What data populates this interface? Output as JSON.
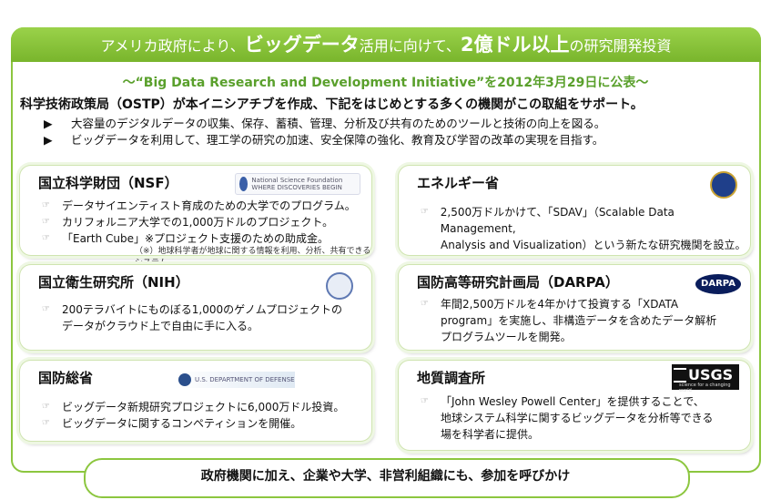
{
  "banner": {
    "prefix": "アメリカ政府により、",
    "highlight1": "ビッグデータ",
    "middle": "活用に向けて、",
    "highlight2": "2億ドル以上",
    "suffix": "の研究開発投資"
  },
  "subtitle": "〜“Big Data Research and Development Initiative”を2012年3月29日に公表〜",
  "lead": "科学技術政策局（OSTP）が本イニシアチブを作成、下記をはじめとする多くの機関がこの取組をサポート。",
  "bullets": [
    {
      "marker": "▶",
      "text": "大容量のデジタルデータの収集、保存、蓄積、管理、分析及び共有のためのツールと技術の向上を図る。"
    },
    {
      "marker": "▶",
      "text": "ビッグデータを利用して、理工学の研究の加速、安全保障の強化、教育及び学習の改革の実現を目指す。"
    }
  ],
  "hand_mark": "☞",
  "agencies": {
    "nsf": {
      "title": "国立科学財団（NSF）",
      "logo_text": "National Science Foundation WHERE DISCOVERIES BEGIN",
      "items": [
        "データサイエンティスト育成のための大学でのプログラム。",
        "カリフォルニア大学での1,000万ドルのプロジェクト。",
        "「Earth Cube」※プロジェクト支援のための助成金。"
      ],
      "note": "（※）地球科学者が地球に関する情報を利用、分析、共有できるシステム"
    },
    "doe": {
      "title": "エネルギー省",
      "items": [
        "2,500万ドルかけて、「SDAV」（Scalable Data Management,",
        "Analysis and Visualization）という新たな研究機関を設立。"
      ]
    },
    "nih": {
      "title": "国立衛生研究所（NIH）",
      "items": [
        "200テラバイトにものぼる1,000のゲノムプロジェクトの",
        "データがクラウド上で自由に手に入る。"
      ]
    },
    "darpa": {
      "title": "国防高等研究計画局（DARPA）",
      "logo_text": "DARPA",
      "items": [
        "年間2,500万ドルを4年かけて投資する「XDATA",
        "program」を実施し、非構造データを含めたデータ解析",
        "プログラムツールを開発。"
      ]
    },
    "dod": {
      "title": "国防総省",
      "logo_text": "U.S. DEPARTMENT OF DEFENSE",
      "items": [
        "ビッグデータ新規研究プロジェクトに6,000万ドル投資。",
        "ビッグデータに関するコンペティションを開催。"
      ]
    },
    "usgs": {
      "title": "地質調査所",
      "logo_text": "USGS",
      "logo_tagline": "science for a changing world",
      "items": [
        "「John Wesley Powell Center」を提供することで、",
        "地球システム科学に関するビッグデータを分析等できる",
        "場を科学者に提供。"
      ]
    }
  },
  "footer": "政府機関に加え、企業や大学、非営利組織にも、参加を呼びかけ",
  "colors": {
    "accent": "#8cc63f",
    "subtitle": "#5aa02c"
  }
}
